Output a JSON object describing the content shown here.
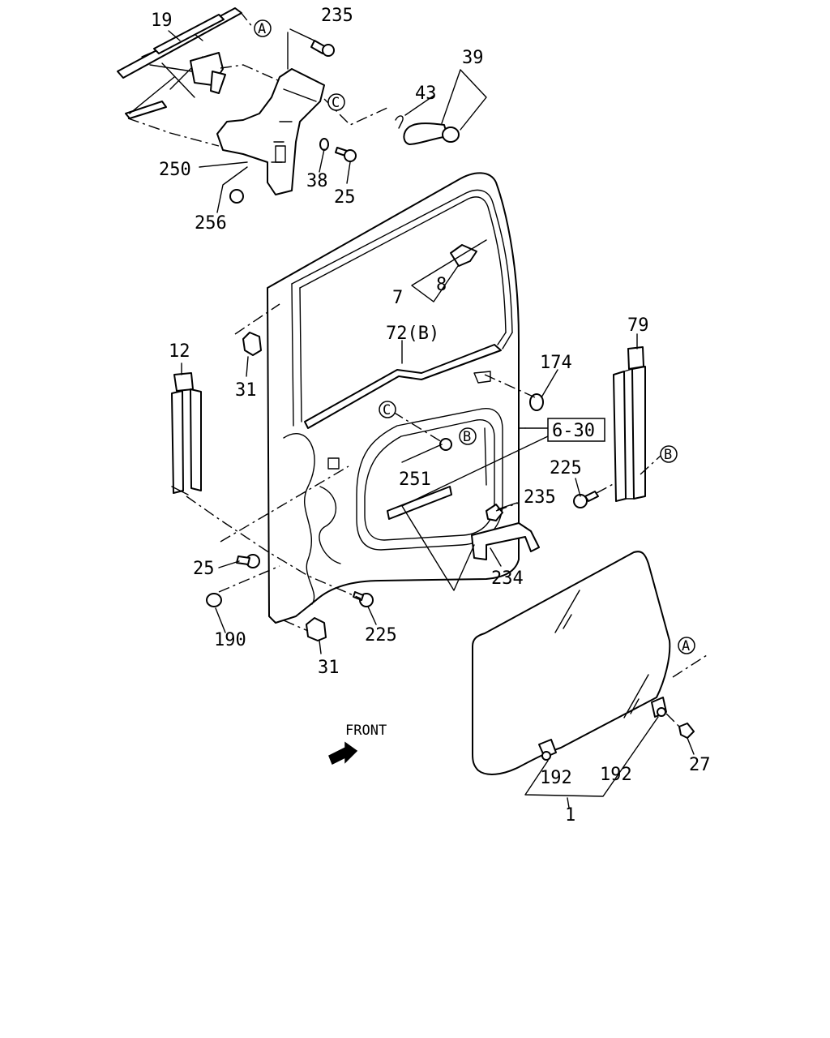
{
  "labels": {
    "p19": "19",
    "p235_top": "235",
    "p39": "39",
    "p43": "43",
    "p250": "250",
    "p38": "38",
    "p25_top": "25",
    "p256": "256",
    "p7": "7",
    "p8": "8",
    "p72": "72(B)",
    "p12": "12",
    "p31_top": "31",
    "p174": "174",
    "p79": "79",
    "p6_30": "6-30",
    "p251": "251",
    "p225_right": "225",
    "p235_mid": "235",
    "p234": "234",
    "p25_bottom": "25",
    "p190": "190",
    "p225_bottom": "225",
    "p31_bottom": "31",
    "p192_left": "192",
    "p192_right": "192",
    "p27": "27",
    "p1": "1",
    "front": "FRONT"
  },
  "refs": {
    "a1": "A",
    "a2": "A",
    "b1": "B",
    "b2": "B",
    "c1": "C",
    "c2": "C"
  }
}
